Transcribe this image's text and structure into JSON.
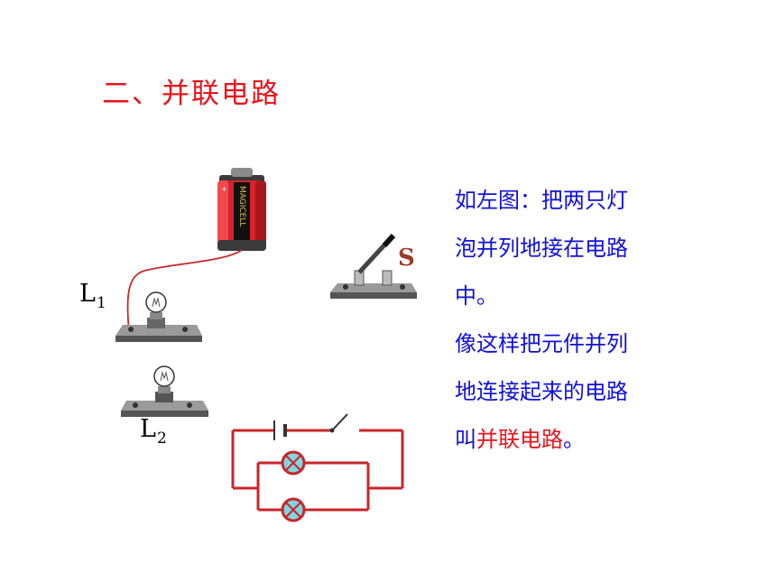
{
  "title": "二、并联电路",
  "labels": {
    "lamp1": "L",
    "lamp1_sub": "1",
    "lamp2": "L",
    "lamp2_sub": "2",
    "switch": "S"
  },
  "battery_text": "MAGICELL",
  "description": {
    "line1": "如左图：把两只灯",
    "line2": "泡并列地接在电路",
    "line3": "中。",
    "line4": "像这样把元件并列",
    "line5": "地连接起来的电路",
    "line6_prefix": "叫",
    "line6_highlight": "并联电路",
    "line6_suffix": "。"
  },
  "colors": {
    "title": "#e8141b",
    "body_text": "#1010d8",
    "highlight": "#e8141b",
    "circuit_wire": "#c8262a",
    "lamp_fill": "#7fd6e0"
  }
}
